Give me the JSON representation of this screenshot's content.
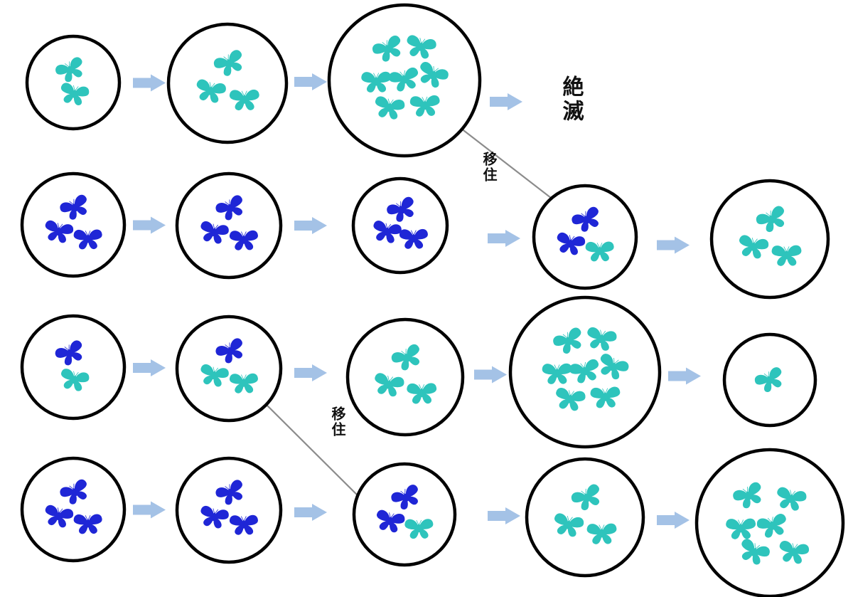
{
  "labels": {
    "extinction": "絶滅",
    "migration": "移住"
  },
  "colors": {
    "teal_butterfly": "#2ec4bc",
    "blue_butterfly": "#1f26d6",
    "arrow": "#a4c2e6",
    "migration_arrow": "#8c8c8c",
    "circle_stroke": "#000000"
  },
  "rows": [
    {
      "id": "row-1",
      "populations": [
        {
          "teal": 2,
          "blue": 0
        },
        {
          "teal": 3,
          "blue": 0
        },
        {
          "teal": 7,
          "blue": 0
        }
      ],
      "ends_with_extinction": true
    },
    {
      "id": "row-2",
      "populations": [
        {
          "teal": 0,
          "blue": 3
        },
        {
          "teal": 0,
          "blue": 3
        },
        {
          "teal": 0,
          "blue": 3
        },
        {
          "teal": 1,
          "blue": 2
        },
        {
          "teal": 3,
          "blue": 0
        }
      ],
      "ends_with_extinction": false
    },
    {
      "id": "row-3",
      "populations": [
        {
          "teal": 1,
          "blue": 1
        },
        {
          "teal": 2,
          "blue": 1
        },
        {
          "teal": 3,
          "blue": 0
        },
        {
          "teal": 7,
          "blue": 0
        },
        {
          "teal": 1,
          "blue": 0
        }
      ],
      "ends_with_extinction": false
    },
    {
      "id": "row-4",
      "populations": [
        {
          "teal": 0,
          "blue": 3
        },
        {
          "teal": 0,
          "blue": 3
        },
        {
          "teal": 1,
          "blue": 2
        },
        {
          "teal": 3,
          "blue": 0
        },
        {
          "teal": 6,
          "blue": 0
        }
      ],
      "ends_with_extinction": false
    }
  ],
  "migrations": [
    {
      "from_row": 1,
      "from_index": 3,
      "to_row": 2,
      "to_index": 4
    },
    {
      "from_row": 3,
      "from_index": 2,
      "to_row": 4,
      "to_index": 3
    }
  ]
}
